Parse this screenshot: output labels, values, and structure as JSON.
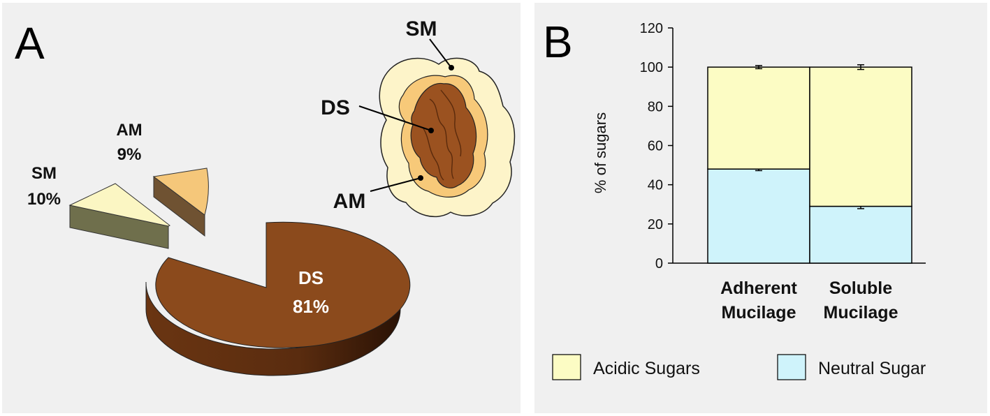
{
  "panel_a": {
    "letter": "A",
    "pie_labels": [
      {
        "name": "SM",
        "value": "10%"
      },
      {
        "name": "AM",
        "value": "9%"
      },
      {
        "name": "DS",
        "value": "81%"
      }
    ],
    "seed_labels": {
      "sm": "SM",
      "ds": "DS",
      "am": "AM"
    }
  },
  "panel_b": {
    "letter": "B"
  },
  "chart_data": [
    {
      "type": "pie",
      "title": "",
      "categories": [
        "SM",
        "AM",
        "DS"
      ],
      "values": [
        10,
        9,
        81
      ],
      "colors": [
        "#fbf6c3",
        "#f5c77a",
        "#8b4a1c"
      ],
      "exploded": true,
      "style": "3d"
    },
    {
      "type": "bar",
      "stacked": true,
      "categories": [
        "Adherent Mucilage",
        "Soluble Mucilage"
      ],
      "category_lines": [
        [
          "Adherent",
          "Mucilage"
        ],
        [
          "Soluble",
          "Mucilage"
        ]
      ],
      "series": [
        {
          "name": "Neutral Sugar",
          "values": [
            48,
            29
          ],
          "errors": [
            0.8,
            1.2
          ],
          "color": "#cff3fb"
        },
        {
          "name": "Acidic Sugars",
          "values": [
            52,
            71
          ],
          "errors": [
            0.8,
            1.2
          ],
          "color": "#fcfcc4"
        }
      ],
      "ylabel": "% of sugars",
      "ylim": [
        0,
        120
      ],
      "yticks": [
        0,
        20,
        40,
        60,
        80,
        100,
        120
      ],
      "grid": false,
      "legend": {
        "position": "bottom",
        "entries": [
          "Acidic Sugars",
          "Neutral Sugar"
        ]
      }
    }
  ]
}
